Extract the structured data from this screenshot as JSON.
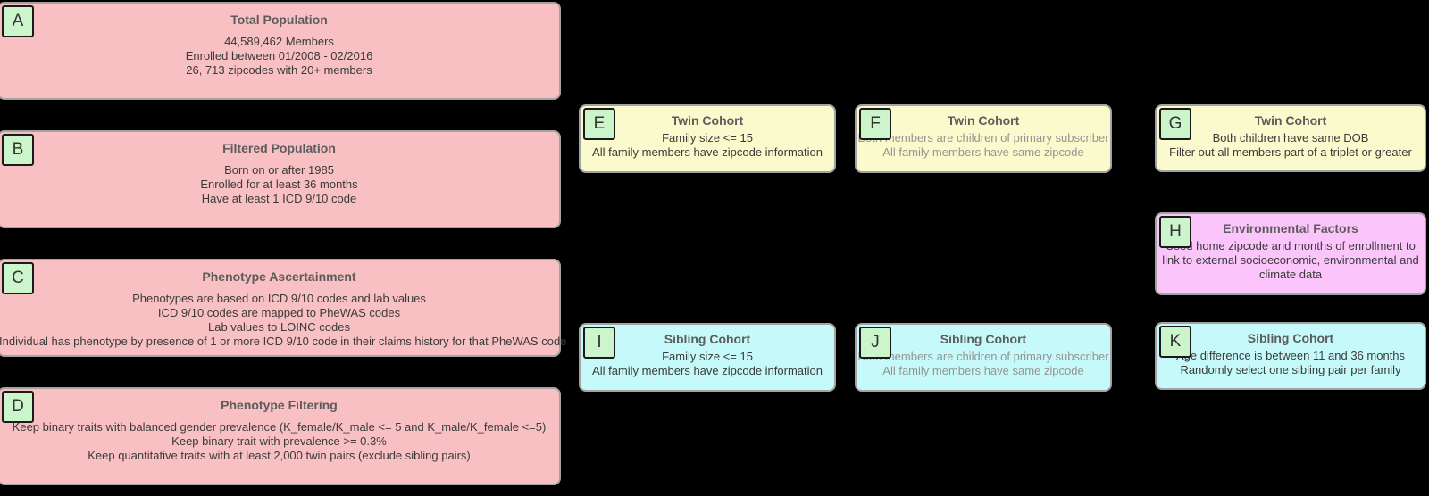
{
  "diagram": {
    "background": "#000000",
    "colors": {
      "population_box": "#f9c0c3",
      "twin_box": "#fafacc",
      "sibling_box": "#c6fafa",
      "environment_box": "#fbc4fb",
      "badge": "#cdf5cc",
      "border": "#a3a3a3"
    },
    "nodes": {
      "A": {
        "label": "A",
        "title": "Total Population",
        "lines": [
          "44,589,462 Members",
          "Enrolled between 01/2008 - 02/2016",
          "26, 713 zipcodes with 20+ members"
        ]
      },
      "B": {
        "label": "B",
        "title": "Filtered Population",
        "lines": [
          "Born on or after 1985",
          "Enrolled for at least 36 months",
          "Have at least 1 ICD 9/10 code"
        ]
      },
      "C": {
        "label": "C",
        "title": "Phenotype Ascertainment",
        "lines": [
          "Phenotypes are based on ICD 9/10 codes and lab values",
          "ICD 9/10 codes are mapped to PheWAS codes",
          "Lab values to LOINC codes",
          "Individual has phenotype by presence of 1 or more ICD 9/10 code in their claims history for that PheWAS code"
        ]
      },
      "D": {
        "label": "D",
        "title": "Phenotype Filtering",
        "lines": [
          "Keep binary traits with balanced gender prevalence (K_female/K_male <= 5 and K_male/K_female <=5)",
          "Keep binary trait with prevalence >= 0.3%",
          "Keep quantitative traits with at least 2,000 twin pairs (exclude sibling pairs)"
        ]
      },
      "E": {
        "label": "E",
        "title": "Twin Cohort",
        "lines": [
          "Family size <= 15",
          "All family members have zipcode information"
        ]
      },
      "F": {
        "label": "F",
        "title": "Twin Cohort",
        "lines": [
          "Both members are children of primary subscriber",
          "All family members have same zipcode"
        ]
      },
      "G": {
        "label": "G",
        "title": "Twin Cohort",
        "lines": [
          "Both children have same DOB",
          "Filter out all members part of a triplet or greater"
        ]
      },
      "H": {
        "label": "H",
        "title": "Environmental Factors",
        "lines": [
          "Used home zipcode and months of enrollment to",
          "link to external socioeconomic, environmental and",
          "climate data"
        ]
      },
      "I": {
        "label": "I",
        "title": "Sibling Cohort",
        "lines": [
          "Family size <= 15",
          "All family members have zipcode information"
        ]
      },
      "J": {
        "label": "J",
        "title": "Sibling Cohort",
        "lines": [
          "Both members are children of primary subscriber",
          "All family members have same zipcode"
        ]
      },
      "K": {
        "label": "K",
        "title": "Sibling Cohort",
        "lines": [
          "Age difference is between 11 and 36 months",
          "Randomly select one sibling pair per family"
        ]
      }
    }
  }
}
